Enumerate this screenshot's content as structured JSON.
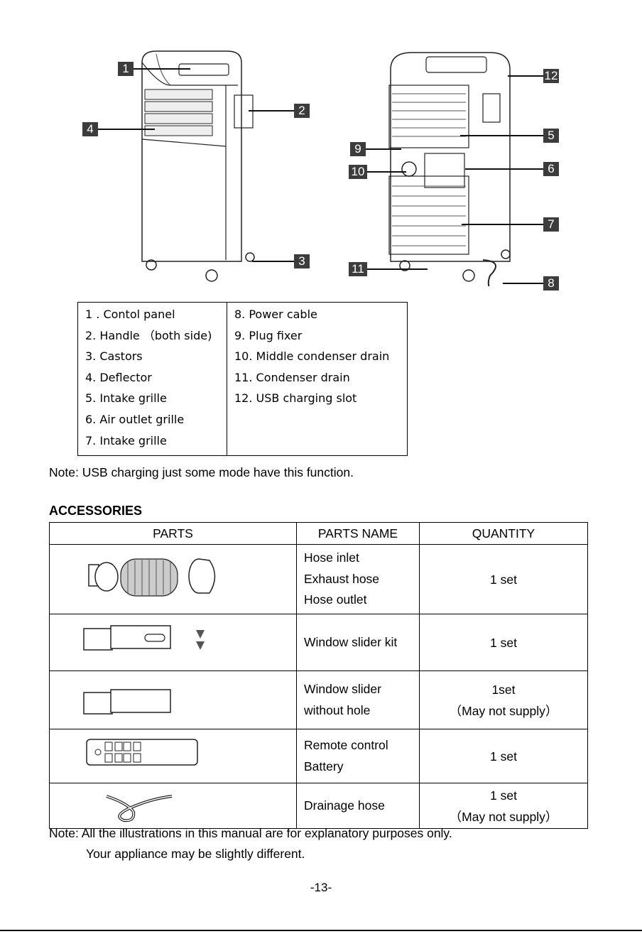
{
  "callouts": [
    "1",
    "2",
    "3",
    "4",
    "5",
    "6",
    "7",
    "8",
    "9",
    "10",
    "11",
    "12"
  ],
  "parts_legend": {
    "left": [
      "1 . Contol panel",
      "2.  Handle （both side)",
      "3.  Castors",
      "4.  Deflector",
      "5.  Intake grille",
      "6.  Air outlet grille",
      "7.  Intake grille"
    ],
    "right": [
      "8.  Power cable",
      "9.  Plug fixer",
      "10.  Middle condenser drain",
      "11.  Condenser drain",
      "12.  USB charging slot"
    ]
  },
  "usb_note": "Note: USB charging just some mode have this function.",
  "accessories": {
    "heading": "ACCESSORIES",
    "headers": [
      "PARTS",
      "PARTS NAME",
      "QUANTITY"
    ],
    "rows": [
      {
        "names": [
          "Hose inlet",
          "Exhaust hose",
          "Hose outlet"
        ],
        "quantity": [
          "1 set"
        ]
      },
      {
        "names": [
          "Window slider kit"
        ],
        "quantity": [
          "1 set"
        ]
      },
      {
        "names": [
          "Window slider",
          "without hole"
        ],
        "quantity": [
          "1set",
          "（May not supply）"
        ]
      },
      {
        "names": [
          "Remote control",
          "Battery"
        ],
        "quantity": [
          "1 set"
        ]
      },
      {
        "names": [
          "Drainage hose"
        ],
        "quantity": [
          "1 set",
          "（May not supply）"
        ]
      }
    ]
  },
  "footer_note": {
    "line1": "Note: All the illustrations in this manual are for explanatory purposes only.",
    "line2": "Your appliance may be slightly different."
  },
  "page_number": "-13-"
}
